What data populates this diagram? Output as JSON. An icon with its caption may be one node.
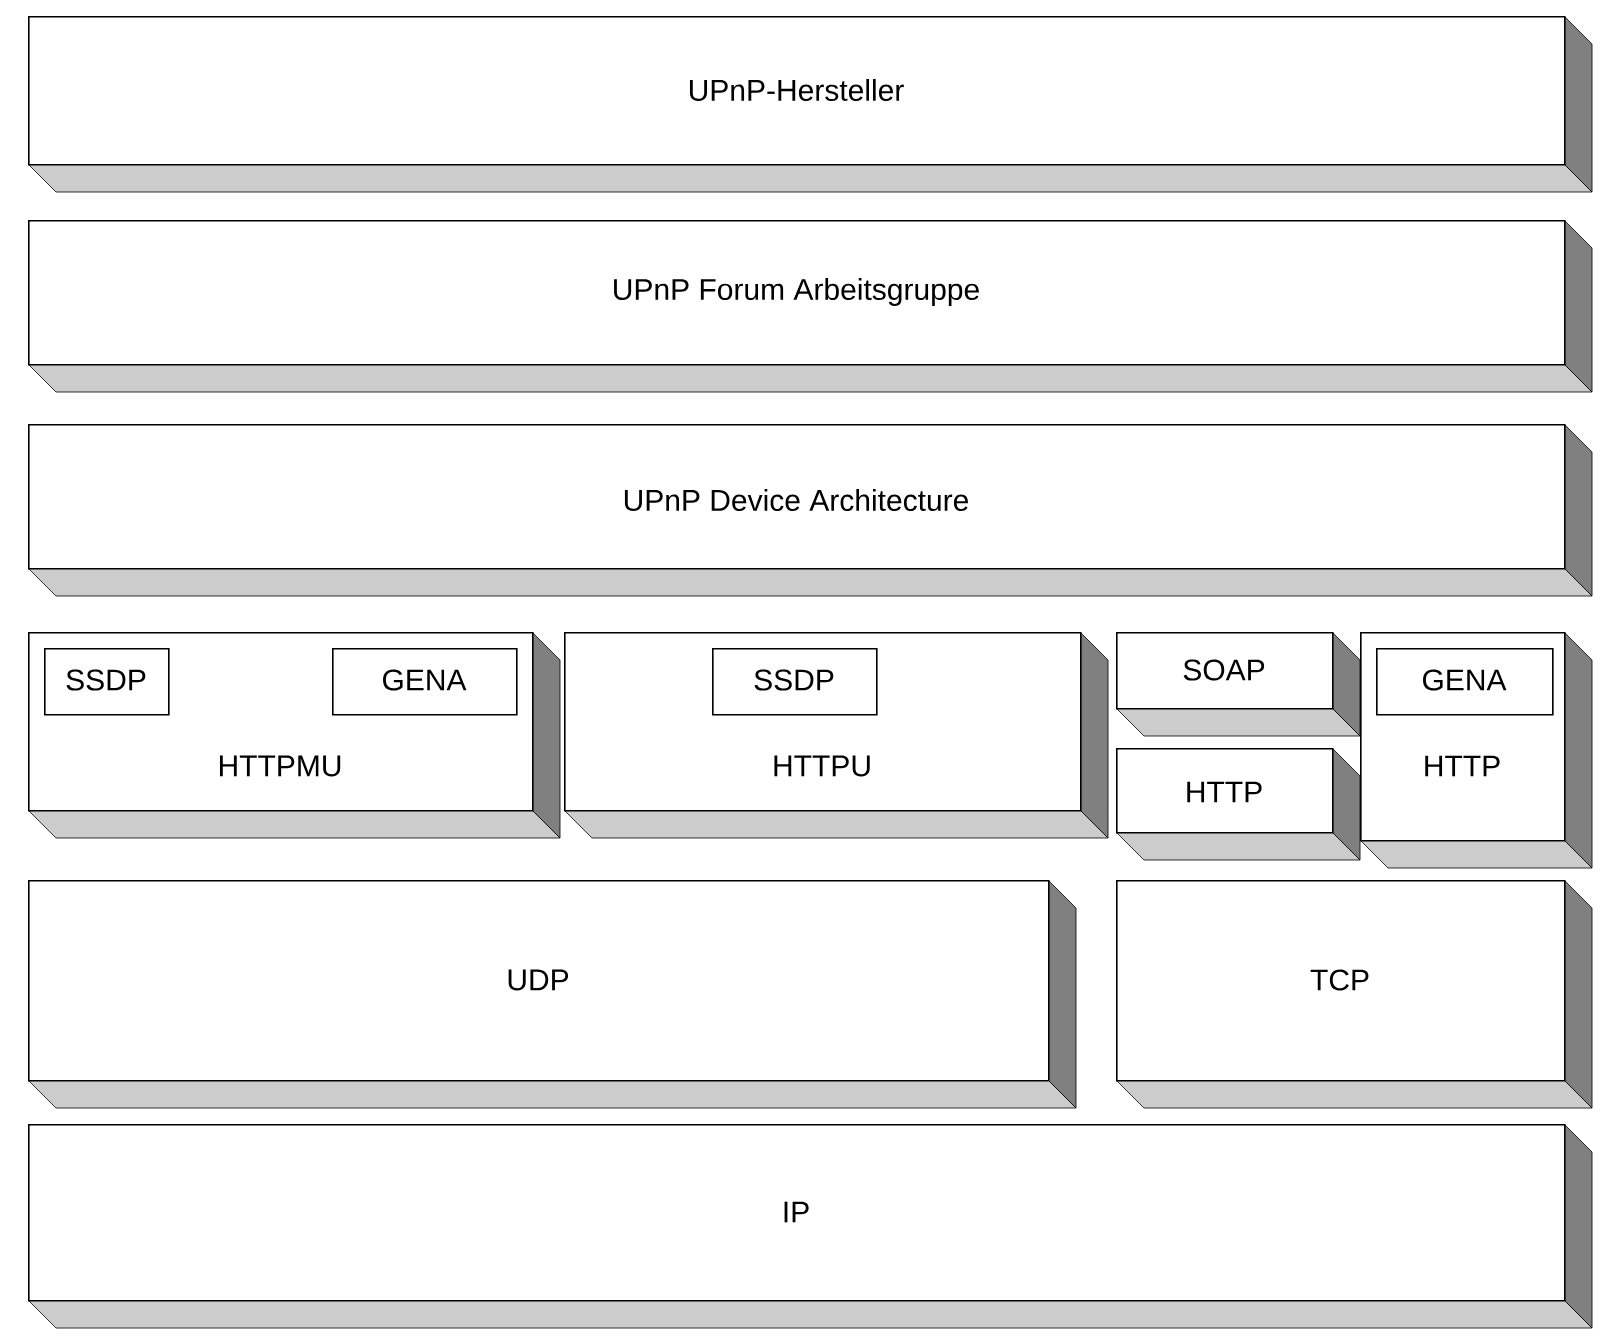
{
  "diagram": {
    "nodes": [
      {
        "text": [
          "UPnP-Hersteller"
        ]
      },
      {
        "text": [
          "UPnP Forum Arbeitsgruppe"
        ]
      },
      {
        "text": [
          "UPnP Device Architecture"
        ]
      },
      {
        "text": [
          "HTTPMU"
        ]
      },
      {
        "text": [
          "SSDP"
        ],
        "in": 3
      },
      {
        "text": [
          "GENA"
        ],
        "in": 3
      },
      {
        "text": [
          "HTTPU"
        ]
      },
      {
        "text": [
          "SSDP"
        ],
        "in": 6
      },
      {
        "text": [
          "SOAP"
        ]
      },
      {
        "text": [
          "HTTP"
        ]
      },
      {
        "text": [
          "HTTP"
        ]
      },
      {
        "text": [
          "GENA"
        ],
        "in": 10
      },
      {
        "text": [
          "UDP"
        ]
      },
      {
        "text": [
          "TCP"
        ]
      },
      {
        "text": [
          "IP"
        ]
      }
    ]
  }
}
